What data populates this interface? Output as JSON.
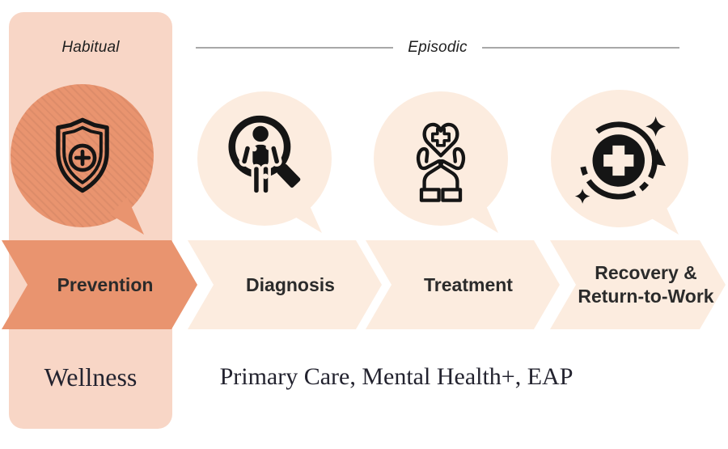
{
  "palette": {
    "column_bg": "#f8d6c6",
    "accent_salmon": "#e9946f",
    "bubble_light": "#fcecdf",
    "divider_gray": "#a8a8a8",
    "text_dark": "#2b2b2b",
    "serif_text": "#23232f",
    "icon_black": "#151515"
  },
  "header": {
    "left_label": "Habitual",
    "right_label": "Episodic"
  },
  "stages": [
    {
      "label": "Prevention",
      "icon": "shield-plus-icon",
      "emphasized": true
    },
    {
      "label": "Diagnosis",
      "icon": "magnifier-person-icon",
      "emphasized": false
    },
    {
      "label": "Treatment",
      "icon": "hands-heart-cross-icon",
      "emphasized": false
    },
    {
      "label": "Recovery & Return-to-Work",
      "icon": "medical-cross-cycle-icon",
      "emphasized": false
    }
  ],
  "footer": {
    "left_label": "Wellness",
    "right_label": "Primary Care, Mental Health+, EAP"
  }
}
